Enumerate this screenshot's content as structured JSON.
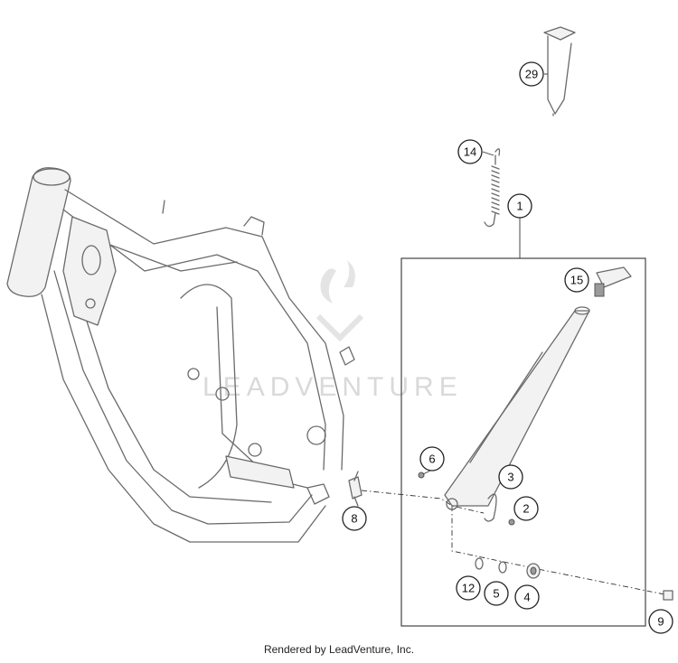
{
  "diagram": {
    "callouts": [
      "29",
      "14",
      "1",
      "15",
      "6",
      "3",
      "2",
      "8",
      "12",
      "5",
      "4",
      "9"
    ]
  },
  "watermark": {
    "text": "LEADVENTURE"
  },
  "footer": {
    "text": "Rendered by LeadVenture, Inc."
  }
}
